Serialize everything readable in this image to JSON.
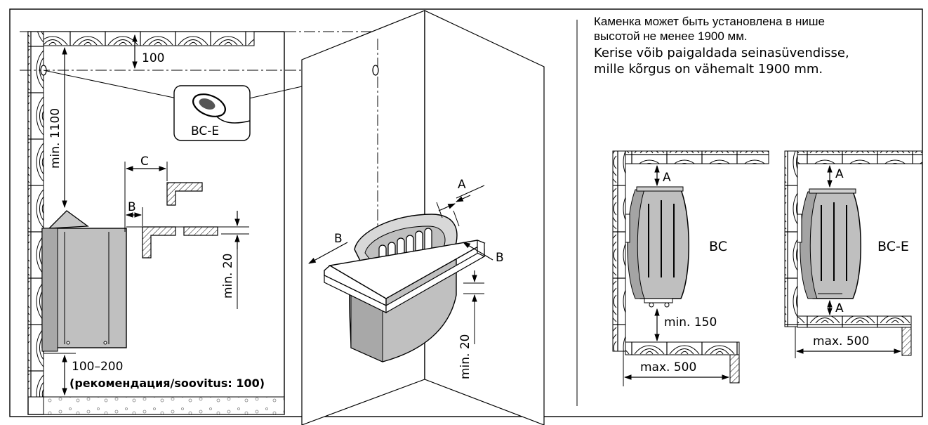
{
  "notes": {
    "ru_line1": "Каменка может быть установлена в нише",
    "ru_line2": "высотой не менее 1900 мм.",
    "et_line1": "Kerise võib paigaldada seinasüvendisse,",
    "et_line2": "mille kõrgus on vähemalt 1900 mm."
  },
  "front_view": {
    "dim_top": "100",
    "dim_sensor_height": "min. 1100",
    "sensor_label": "BC-E",
    "dim_c": "C",
    "dim_b": "B",
    "dim_shelf_gap": "min. 20",
    "dim_floor": "100–200",
    "recommendation_bold": "рекомендация",
    "recommendation_rest": "/soovitus: 100)",
    "paren_open": "("
  },
  "perspective_view": {
    "dim_a": "A",
    "dim_b_left": "B",
    "dim_b_right": "B",
    "dim_min20": "min. 20"
  },
  "niche_bc": {
    "dim_a": "A",
    "model": "BC",
    "dim_min150": "min. 150",
    "dim_max500": "max. 500"
  },
  "niche_bce": {
    "dim_a_top": "A",
    "model": "BC-E",
    "dim_a_bottom": "A",
    "dim_max500": "max. 500"
  },
  "colors": {
    "line": "#000000",
    "heater_fill": "#c0c0c0",
    "heater_dark": "#a6a6a6",
    "wall_fill": "#e6e6e6",
    "wall_shade": "#d2d2d2"
  }
}
